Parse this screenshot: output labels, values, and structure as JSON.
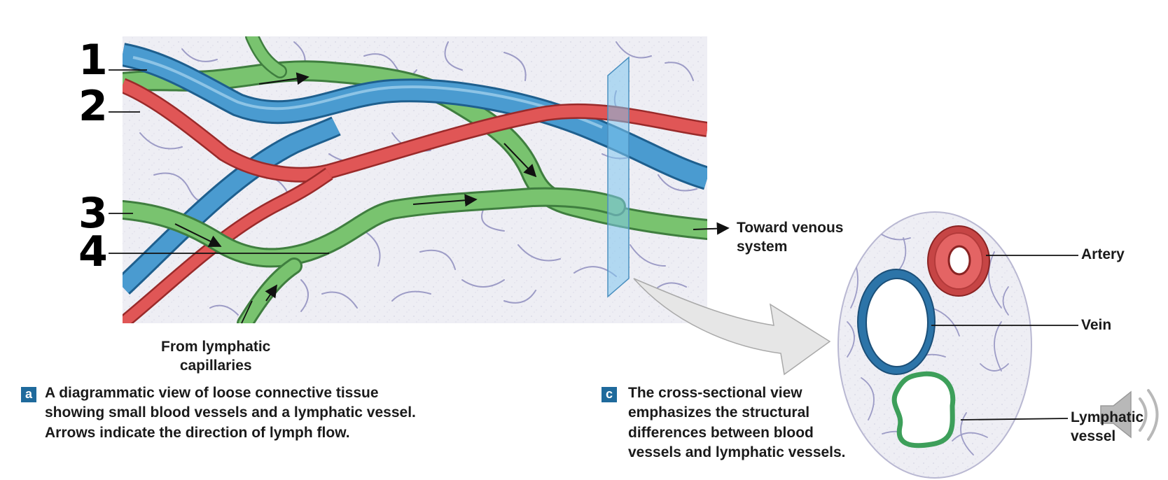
{
  "numbers": [
    "1",
    "2",
    "3",
    "4"
  ],
  "labels": {
    "toward_venous": [
      "Toward venous",
      "system"
    ],
    "from_lymphatic": [
      "From lymphatic",
      "capillaries"
    ],
    "artery": "Artery",
    "vein": "Vein",
    "lymphatic_vessel": [
      "Lymphatic",
      "vessel"
    ]
  },
  "panel_a": {
    "badge": "a",
    "caption": [
      "A diagrammatic view of loose connective tissue",
      "showing small blood vessels and a lymphatic vessel.",
      "Arrows indicate the direction of lymph flow."
    ]
  },
  "panel_c": {
    "badge": "c",
    "caption": [
      "The cross-sectional view",
      "emphasizes the structural",
      "differences between blood",
      "vessels and lymphatic vessels."
    ]
  },
  "colors": {
    "artery": "#d94a4a",
    "vein": "#3a8fc6",
    "lymphatic": "#6fbf6a",
    "tissue": "#eeeef4",
    "fiber": "#9d9cc6"
  },
  "icons": [
    "speaker-icon"
  ]
}
